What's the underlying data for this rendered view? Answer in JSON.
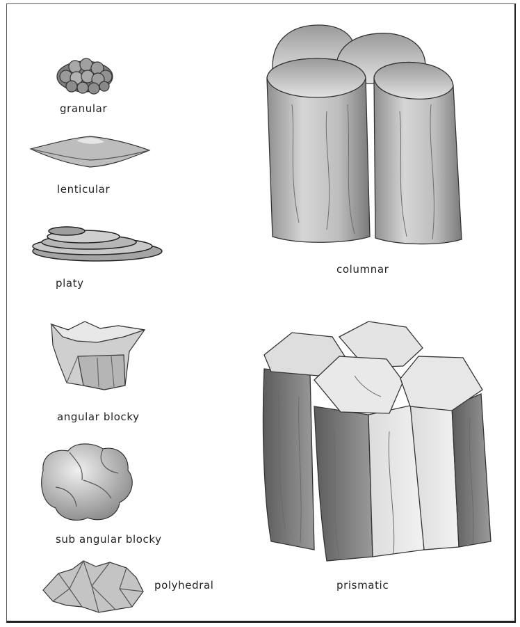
{
  "labels": {
    "granular": "granular",
    "lenticular": "lenticular",
    "platy": "platy",
    "angular_blocky": "angular blocky",
    "sub_angular_blocky": "sub angular blocky",
    "polyhedral": "polyhedral",
    "columnar": "columnar",
    "prismatic": "prismatic"
  }
}
